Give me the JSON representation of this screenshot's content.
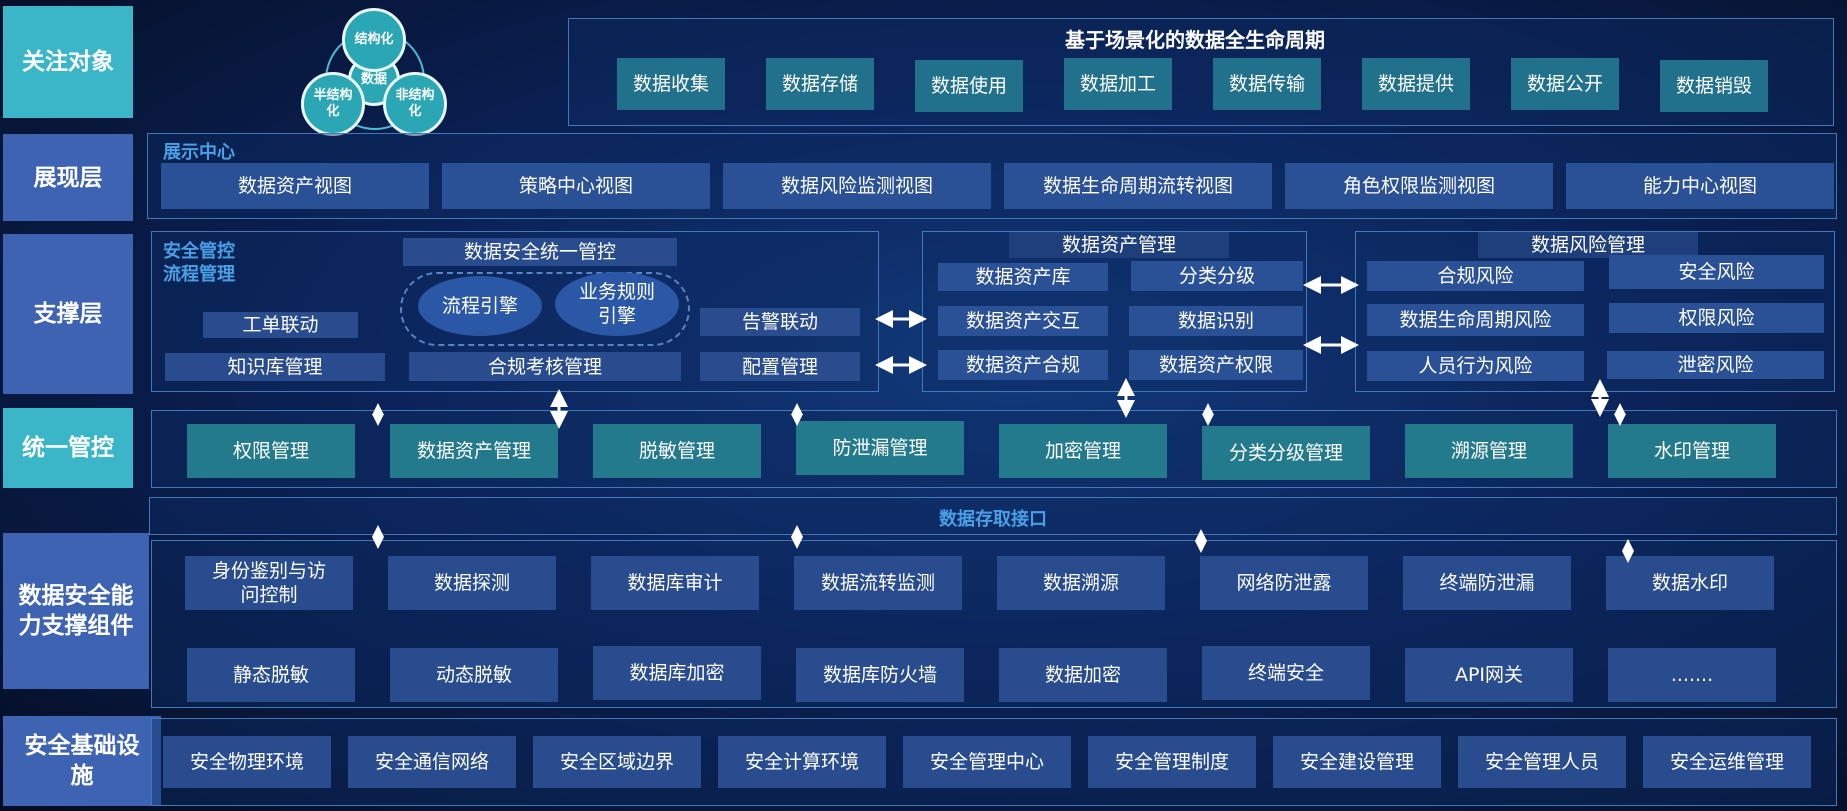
{
  "side_labels": [
    "关注对象",
    "展现层",
    "支撑层",
    "统一管控",
    "数据安全能力支撑组件",
    "安全基础设施"
  ],
  "data_types": {
    "center": "数据",
    "top": "结构化",
    "left": "半结构化",
    "right": "非结构化"
  },
  "lifecycle": {
    "title": "基于场景化的数据全生命周期",
    "items": [
      "数据收集",
      "数据存储",
      "数据使用",
      "数据加工",
      "数据传输",
      "数据提供",
      "数据公开",
      "数据销毁"
    ]
  },
  "display": {
    "title": "展示中心",
    "items": [
      "数据资产视图",
      "策略中心视图",
      "数据风险监测视图",
      "数据生命周期流转视图",
      "角色权限监测视图",
      "能力中心视图"
    ]
  },
  "support": {
    "security_title": "安全管控流程管理",
    "unified": "数据安全统一管控",
    "engine_process": "流程引擎",
    "engine_rules": "业务规则引擎",
    "ticket": "工单联动",
    "knowledge": "知识库管理",
    "compliance_check": "合规考核管理",
    "alarm": "告警联动",
    "config": "配置管理",
    "asset_mgmt": {
      "title": "数据资产管理",
      "items": [
        "数据资产库",
        "分类分级",
        "数据资产交互",
        "数据识别",
        "数据资产合规",
        "数据资产权限"
      ]
    },
    "risk_mgmt": {
      "title": "数据风险管理",
      "items": [
        "合规风险",
        "安全风险",
        "数据生命周期风险",
        "权限风险",
        "人员行为风险",
        "泄密风险"
      ]
    }
  },
  "control": {
    "items": [
      "权限管理",
      "数据资产管理",
      "脱敏管理",
      "防泄漏管理",
      "加密管理",
      "分类分级管理",
      "溯源管理",
      "水印管理"
    ]
  },
  "interface": {
    "title": "数据存取接口"
  },
  "components": {
    "row1": [
      "身份鉴别与访问控制",
      "数据探测",
      "数据库审计",
      "数据流转监测",
      "数据溯源",
      "网络防泄露",
      "终端防泄漏",
      "数据水印"
    ],
    "row2": [
      "静态脱敏",
      "动态脱敏",
      "数据库加密",
      "数据库防火墙",
      "数据加密",
      "终端安全",
      "API网关",
      "......."
    ]
  },
  "infra": {
    "items": [
      "安全物理环境",
      "安全通信网络",
      "安全区域边界",
      "安全计算环境",
      "安全管理中心",
      "安全管理制度",
      "安全建设管理",
      "安全管理人员",
      "安全运维管理"
    ]
  },
  "colors": {
    "cyan_label": "#3bb6c9",
    "blue_label": "#3f63b3",
    "panel_border": "#3f79b8",
    "background": "#0b2258"
  }
}
